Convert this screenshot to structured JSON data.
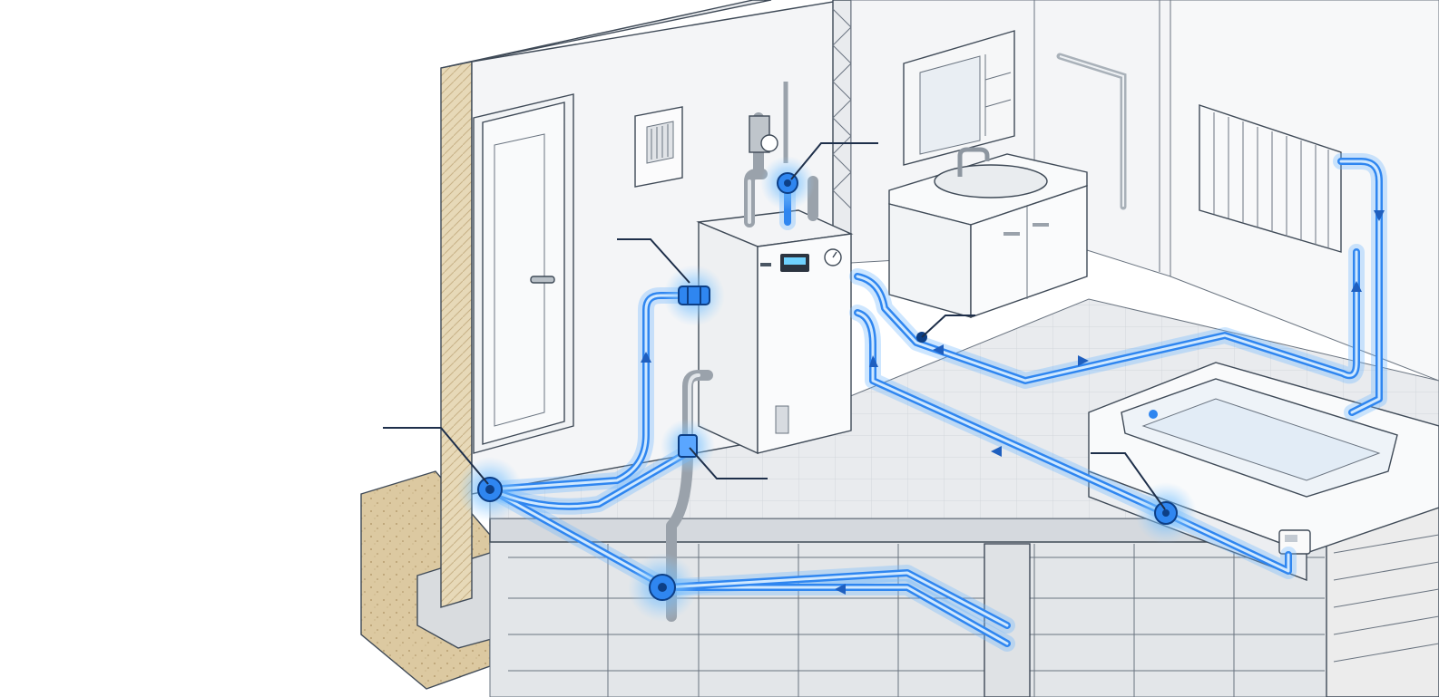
{
  "illustration": {
    "subject": "isometric-plumbing-cutaway",
    "colors": {
      "pipe_blue": "#2f86f0",
      "pipe_glow": "#6fb7ff",
      "line_dark": "#3f4a57",
      "wall": "#f4f5f7",
      "floor": "#eceef1",
      "earth": "#d8c7a2",
      "leader": "#1e2f4a"
    },
    "callouts": [
      "boiler-top-valve",
      "boiler-outlet-joint",
      "left-wall-joint",
      "grey-pipe-coupling",
      "floor-pipe-joint",
      "bath-drain-joint",
      "basement-elbow-joint"
    ],
    "icons": [
      "door",
      "vent",
      "boiler",
      "mirror-cabinet",
      "sink-vanity",
      "grab-bar",
      "radiator",
      "bathtub",
      "wall-thermostat"
    ]
  }
}
